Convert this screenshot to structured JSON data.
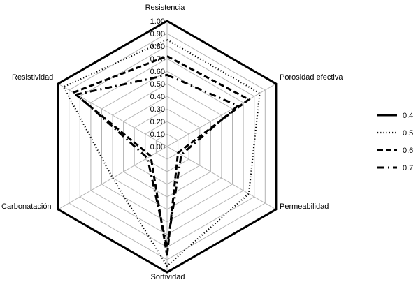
{
  "chart_data": {
    "type": "radar",
    "axes": [
      "Resistencia",
      "Porosidad efectiva",
      "Permeabilidad",
      "Sortividad",
      "Carbonatación",
      "Resistividad"
    ],
    "rlim": [
      0,
      1
    ],
    "ticks": [
      "0.00",
      "0.10",
      "0.20",
      "0.30",
      "0.40",
      "0.50",
      "0.60",
      "0.70",
      "0.80",
      "0.90",
      "1.00"
    ],
    "legend_position": "right",
    "series": [
      {
        "name": "0.4",
        "style": "solid",
        "values": [
          1.0,
          1.0,
          1.0,
          1.0,
          1.0,
          1.0
        ]
      },
      {
        "name": "0.5",
        "style": "dotted",
        "values": [
          0.85,
          0.85,
          0.75,
          0.95,
          0.5,
          0.95
        ]
      },
      {
        "name": "0.6",
        "style": "dashed",
        "values": [
          0.72,
          0.75,
          0.1,
          0.87,
          0.15,
          0.86
        ]
      },
      {
        "name": "0.7",
        "style": "dashdot",
        "values": [
          0.57,
          0.65,
          0.13,
          0.8,
          0.18,
          0.83
        ]
      }
    ]
  }
}
